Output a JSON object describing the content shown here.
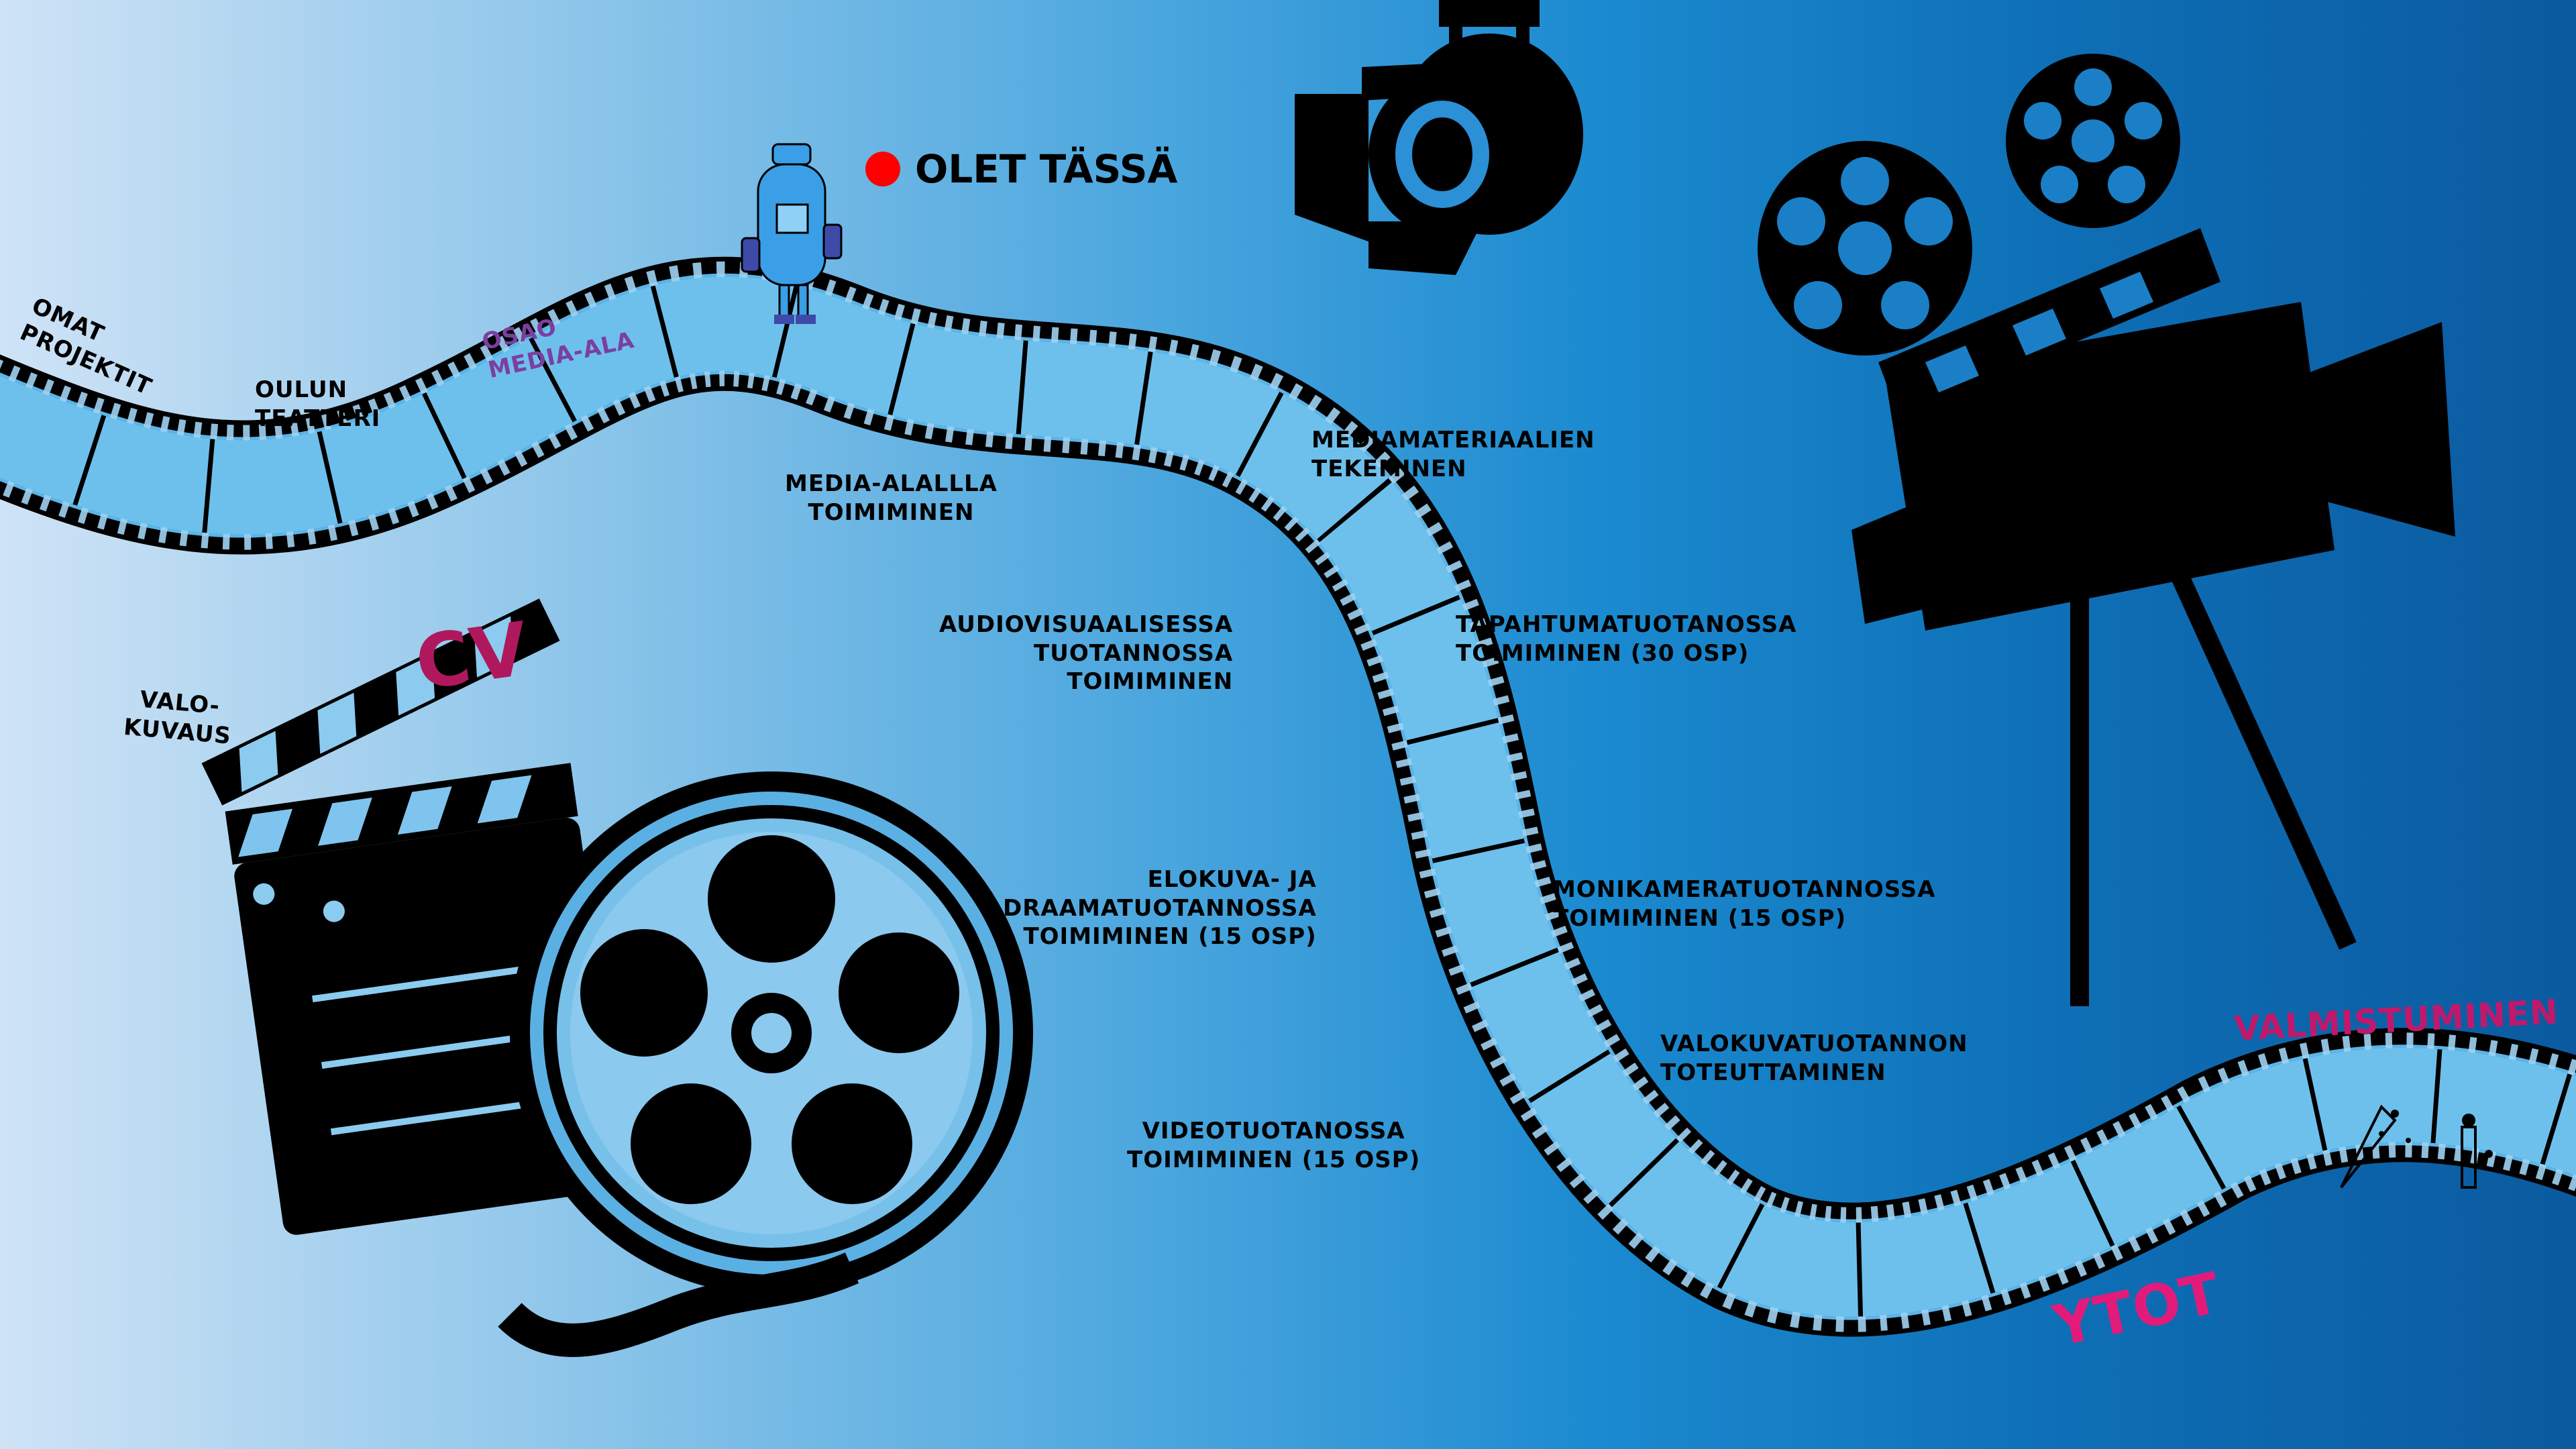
{
  "you_are_here": "OLET TÄSSÄ",
  "milestones": {
    "cv": "CV",
    "ytot": "YTOT",
    "valmistuminen": "VALMISTUMINEN"
  },
  "left_path": {
    "omat_projektit": [
      "OMAT",
      "PROJEKTIT"
    ],
    "oulun_teatteri": [
      "OULUN",
      "TEATTERI"
    ],
    "osao_media_ala": [
      "OSAO",
      "MEDIA-ALA"
    ],
    "valokuvaus": [
      "VALO-",
      "KUVAUS"
    ]
  },
  "modules": [
    {
      "id": "media-alalla",
      "lines": [
        "MEDIA-ALALLLA",
        "TOIMIMINEN"
      ]
    },
    {
      "id": "mediamateriaalien",
      "lines": [
        "MEDIAMATERIAALIEN",
        "TEKEMINEN"
      ]
    },
    {
      "id": "audiovisuaalisessa",
      "lines": [
        "AUDIOVISUAALISESSA",
        "TUOTANNOSSA",
        "TOIMIMINEN"
      ]
    },
    {
      "id": "tapahtumatuotanto",
      "lines": [
        "TAPAHTUMATUOTANOSSA",
        "TOIMIMINEN (30 OSP)"
      ]
    },
    {
      "id": "elokuva-draama",
      "lines": [
        "ELOKUVA- JA",
        "DRAAMATUOTANNOSSA",
        "TOIMIMINEN (15 OSP)"
      ]
    },
    {
      "id": "monikamera",
      "lines": [
        "MONIKAMERATUOTANNOSSA",
        "TOIMIMINEN (15 OSP)"
      ]
    },
    {
      "id": "valokuvatuotanto",
      "lines": [
        "VALOKUVATUOTANNON",
        "TOTEUTTAMINEN"
      ]
    },
    {
      "id": "videotuotanto",
      "lines": [
        "VIDEOTUOTANOSSA",
        "TOIMIMINEN (15 OSP)"
      ]
    }
  ],
  "icons": [
    "robot-icon",
    "spotlight-icon",
    "movie-camera-icon",
    "clapperboard-icon",
    "film-reel-icon",
    "party-popper-icon",
    "champagne-icon"
  ],
  "colors": {
    "accent_red": "#ff0000",
    "purple_label": "#7b3fa0",
    "magenta_label": "#b0185e",
    "pink_label": "#e21b7a",
    "robot_blue": "#3a9fe6"
  }
}
